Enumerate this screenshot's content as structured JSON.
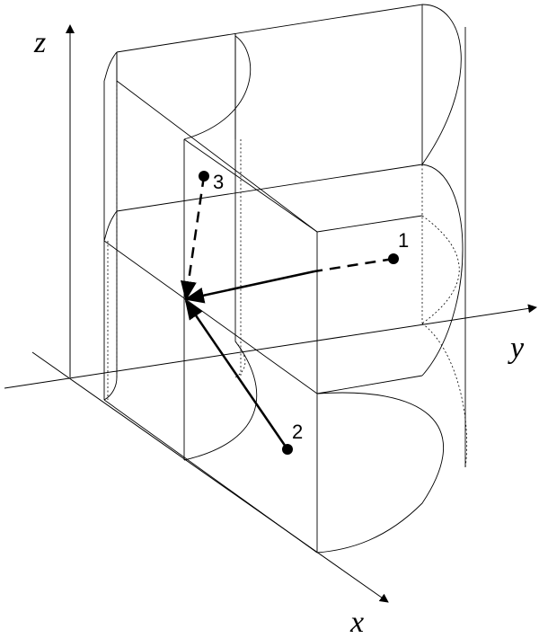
{
  "axes": {
    "x": "x",
    "y": "y",
    "z": "z"
  },
  "points": [
    {
      "id": "p1",
      "label": "1"
    },
    {
      "id": "p2",
      "label": "2"
    },
    {
      "id": "p3",
      "label": "3"
    }
  ]
}
